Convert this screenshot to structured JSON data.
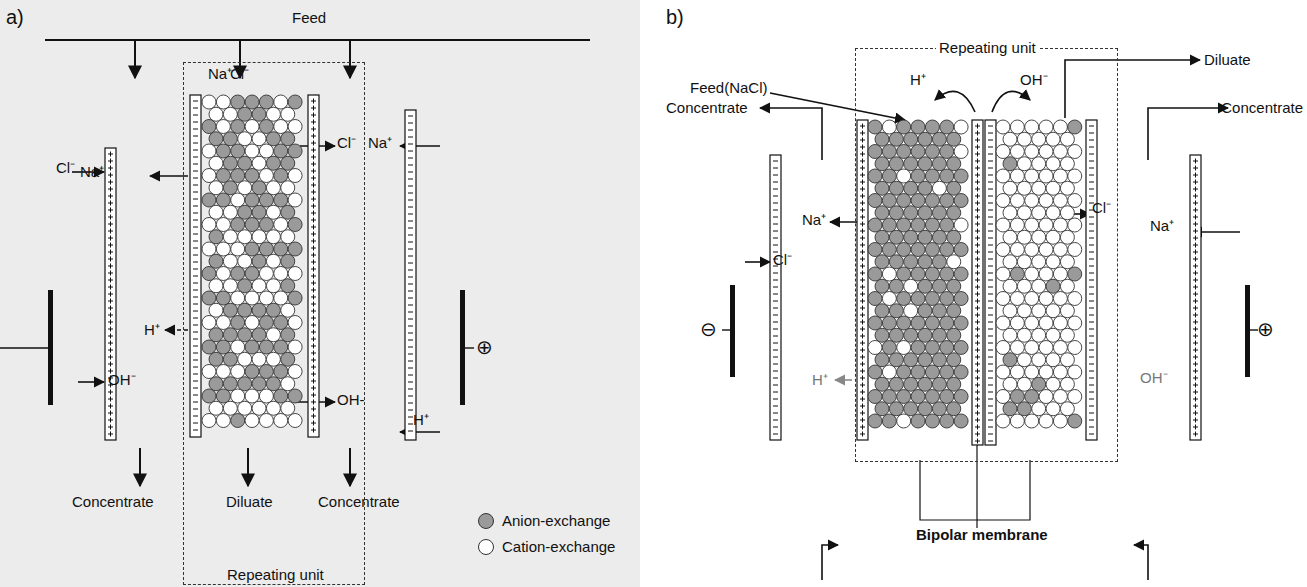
{
  "diagram": {
    "nodes": [
      {
        "text": [
          "Repeating unit"
        ]
      },
      {
        "text": [
          "Repeating unit"
        ]
      }
    ],
    "labels": [
      "a)",
      "Feed",
      "Na⁺",
      "Cl⁻",
      "Cl⁻",
      "Na⁺",
      "Cl⁻",
      "Na⁺",
      "H⁺",
      "OH⁻",
      "H⁺",
      "OH-",
      "Concentrate",
      "Diluate",
      "Concentrate",
      "b)",
      "Feed(NaCl)",
      "Concentrate",
      "Diluate",
      "Concentrate",
      "H⁺",
      "OH⁻",
      "Na⁺",
      "Cl⁻",
      "H⁺",
      "Cl⁻",
      "Na⁺",
      "OH⁻",
      "Bipolar membrane",
      "⊖",
      "⊕",
      "⊕"
    ],
    "legend": [
      {
        "text": "Anion-exchange",
        "color": "#9a9a9a"
      },
      {
        "text": "Cation-exchange",
        "color": "#ffffff"
      }
    ]
  }
}
